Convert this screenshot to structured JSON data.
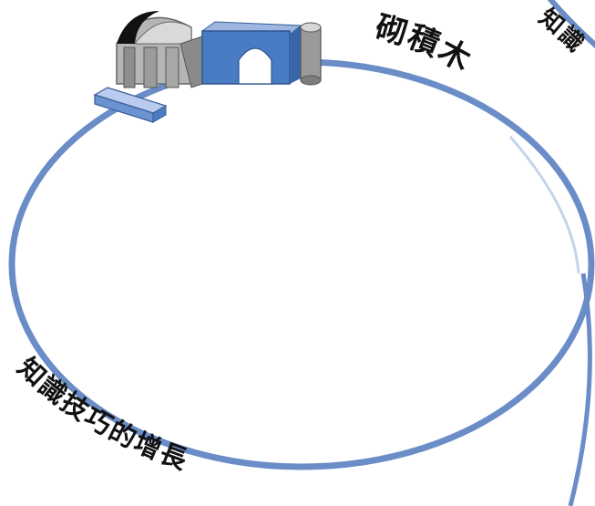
{
  "labels": {
    "top_title": "砌積木",
    "top_right_fragment": "知識",
    "bottom_left": "知識技巧的增長"
  },
  "colors": {
    "ellipse_stroke": "#6a8cc7",
    "block_blue": "#4a7cc4",
    "block_blue_light": "#8aa8dc",
    "block_grey": "#a8a8a8",
    "block_grey_dark": "#6e6e6e",
    "block_black": "#111111",
    "text": "#111111"
  },
  "icons": [
    "arch-block-icon",
    "dome-block-icon",
    "cylinder-block-icon",
    "flat-plank-block-icon"
  ]
}
